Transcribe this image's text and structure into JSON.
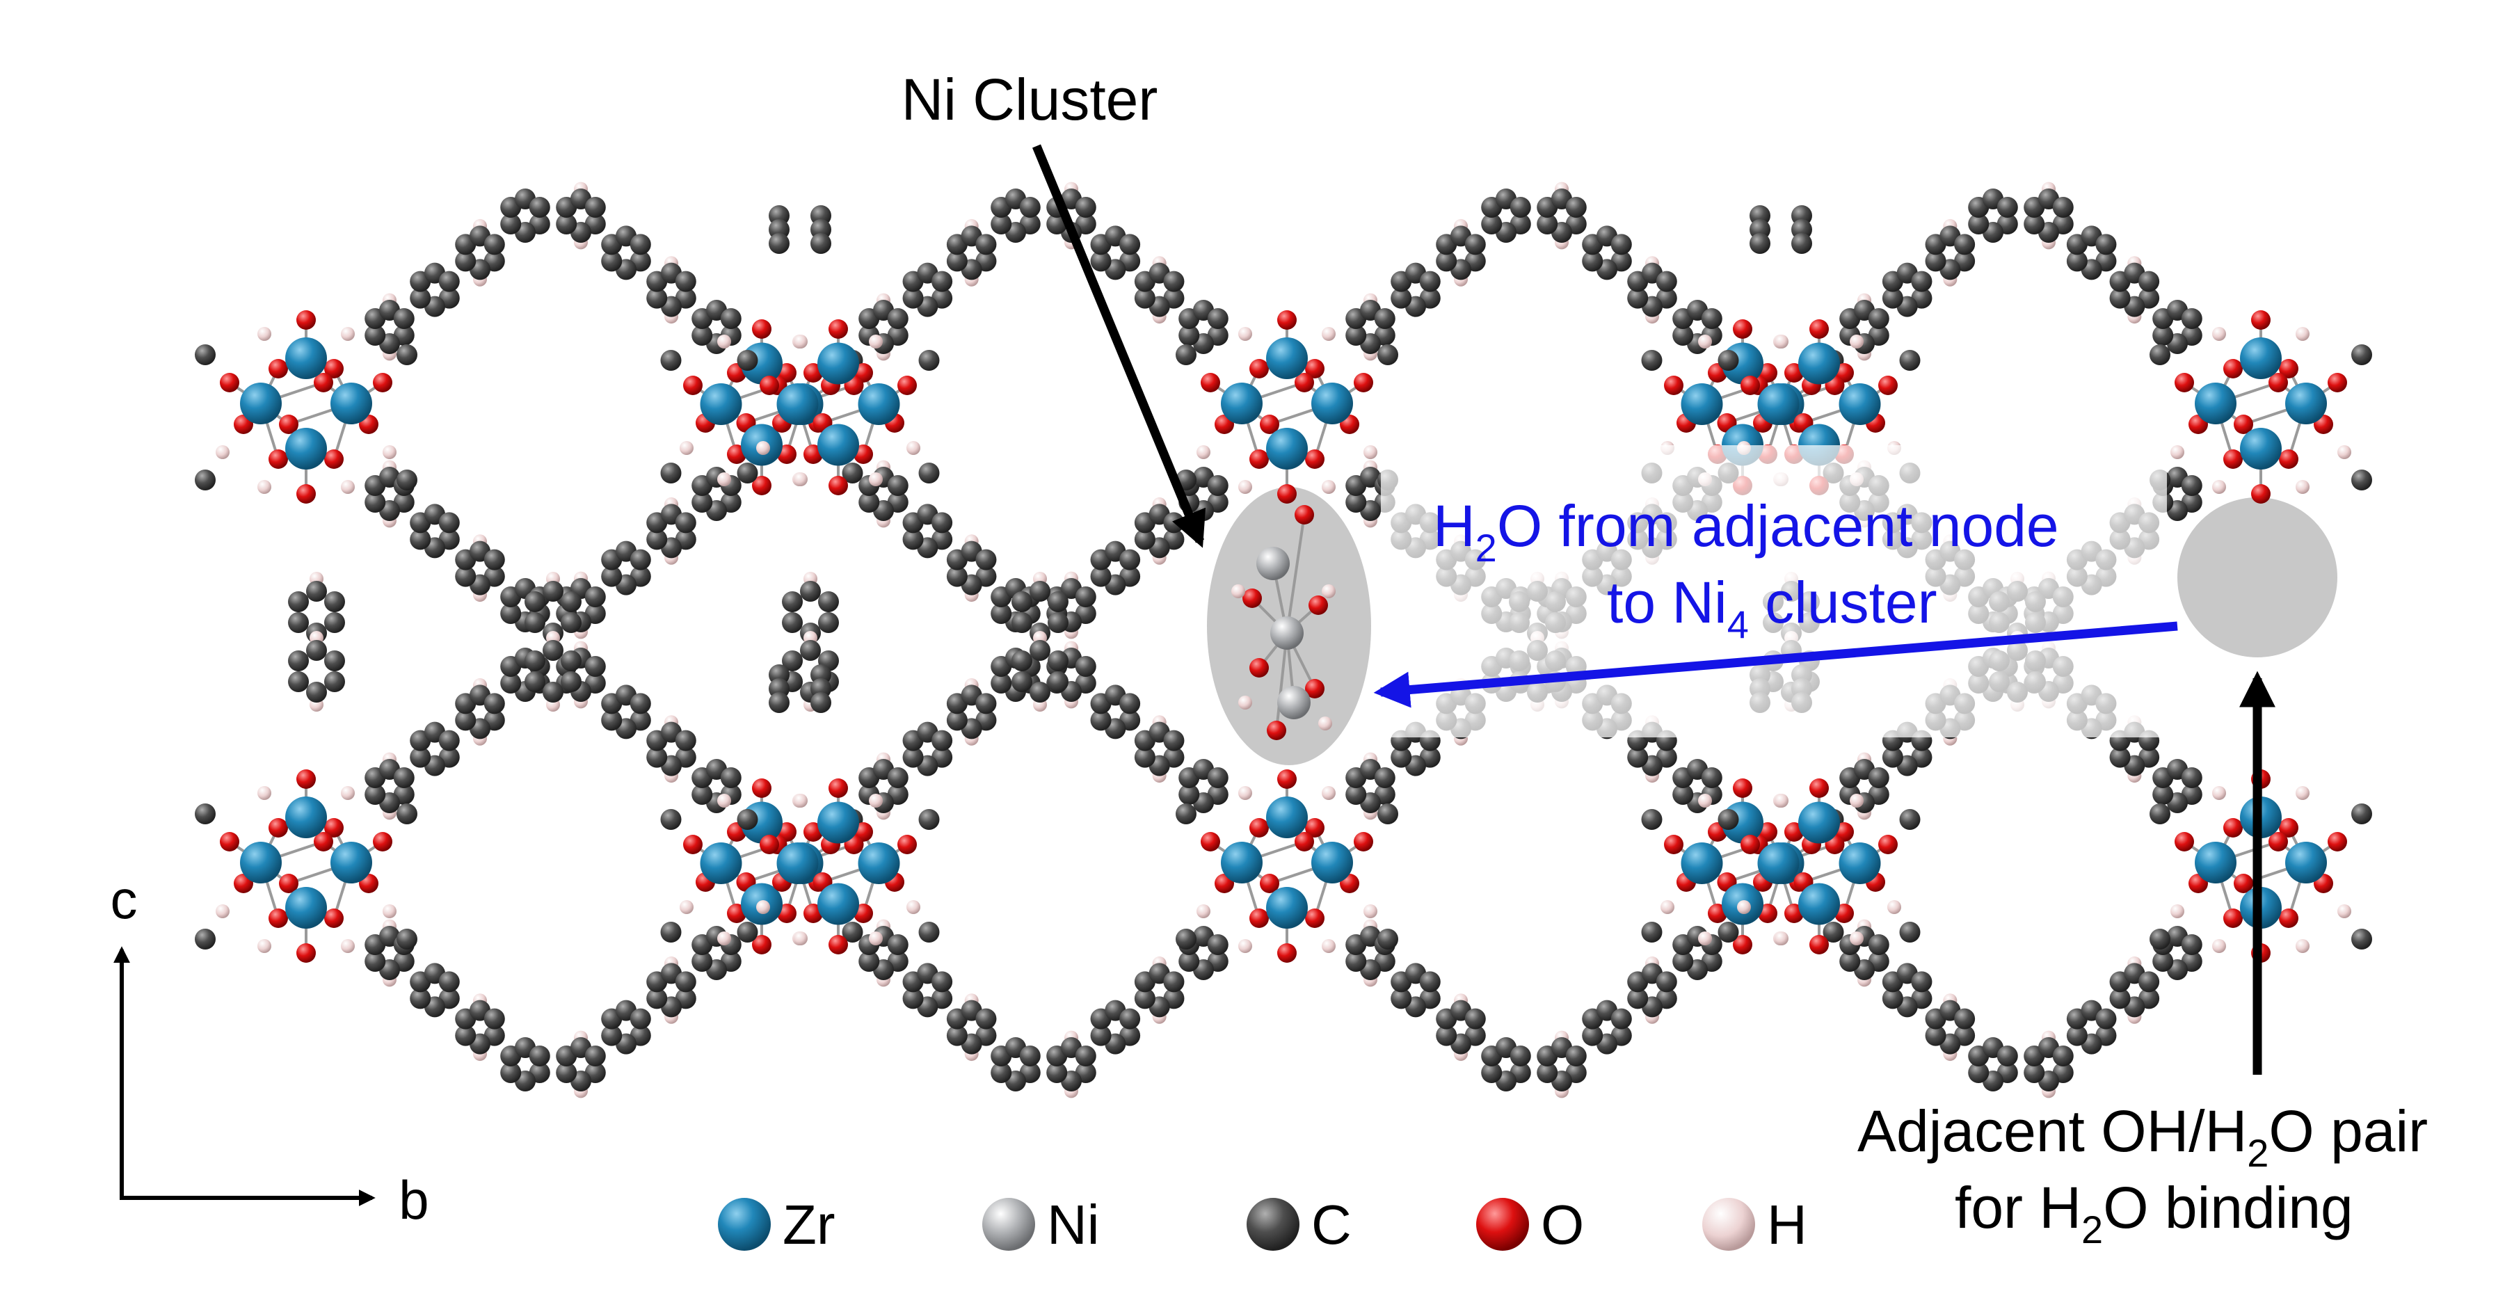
{
  "labels": {
    "ni_cluster": "Ni Cluster",
    "water_path_line1_pre": "H",
    "water_path_line1_sub": "2",
    "water_path_line1_post": "O from adjacent node",
    "water_path_line2_pre": "to Ni",
    "water_path_line2_sub": "4",
    "water_path_line2_post": " cluster",
    "pair_line1_pre": "Adjacent OH/H",
    "pair_line1_sub": "2",
    "pair_line1_post": "O pair",
    "pair_line2_pre": "for H",
    "pair_line2_sub": "2",
    "pair_line2_post": "O binding"
  },
  "axes": {
    "vertical": "c",
    "horizontal": "b"
  },
  "legend": [
    {
      "symbol": "Zr",
      "color": "#1e7fb0",
      "highlight": "#7fc4e6"
    },
    {
      "symbol": "Ni",
      "color": "#a7a9ac",
      "highlight": "#f2f2f2"
    },
    {
      "symbol": "C",
      "color": "#4a4a4a",
      "highlight": "#a0a0a0"
    },
    {
      "symbol": "O",
      "color": "#d0101a",
      "highlight": "#ff8a8a"
    },
    {
      "symbol": "H",
      "color": "#e6c6c6",
      "highlight": "#ffffff"
    }
  ],
  "colors": {
    "water_path_arrow": "#1414e6",
    "annotation_arrow": "#000000",
    "highlight_zone": "#c8c8c8"
  }
}
